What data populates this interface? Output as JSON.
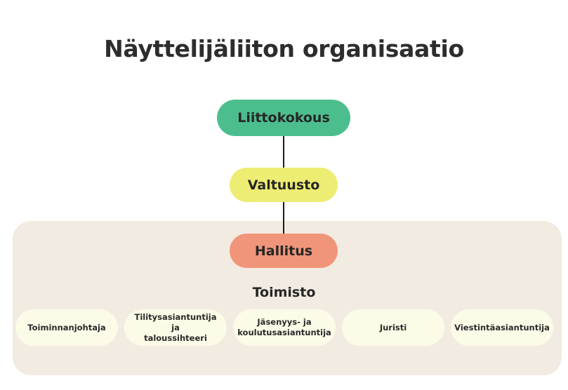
{
  "title": "Näyttelijäliiton organisaatio",
  "colors": {
    "background": "#ffffff",
    "panel": "#f2ebe1",
    "assembly_green": "#4cbe8e",
    "council_yellow": "#eeed73",
    "board_salmon": "#f0957a",
    "chip_cream": "#fbfbe8",
    "text_dark": "#262626",
    "connector": "#1c1c1c"
  },
  "hierarchy": {
    "level1": {
      "label": "Liittokokous"
    },
    "level2": {
      "label": "Valtuusto"
    },
    "level3": {
      "label": "Hallitus"
    }
  },
  "office": {
    "heading": "Toimisto",
    "staff": [
      {
        "label": "Toiminnanjohtaja"
      },
      {
        "label": "Tilitysasiantuntija ja\ntaloussihteeri"
      },
      {
        "label": "Jäsenyys- ja\nkoulutusasiantuntija"
      },
      {
        "label": "Juristi"
      },
      {
        "label": "Viestintäasiantuntija"
      }
    ]
  }
}
